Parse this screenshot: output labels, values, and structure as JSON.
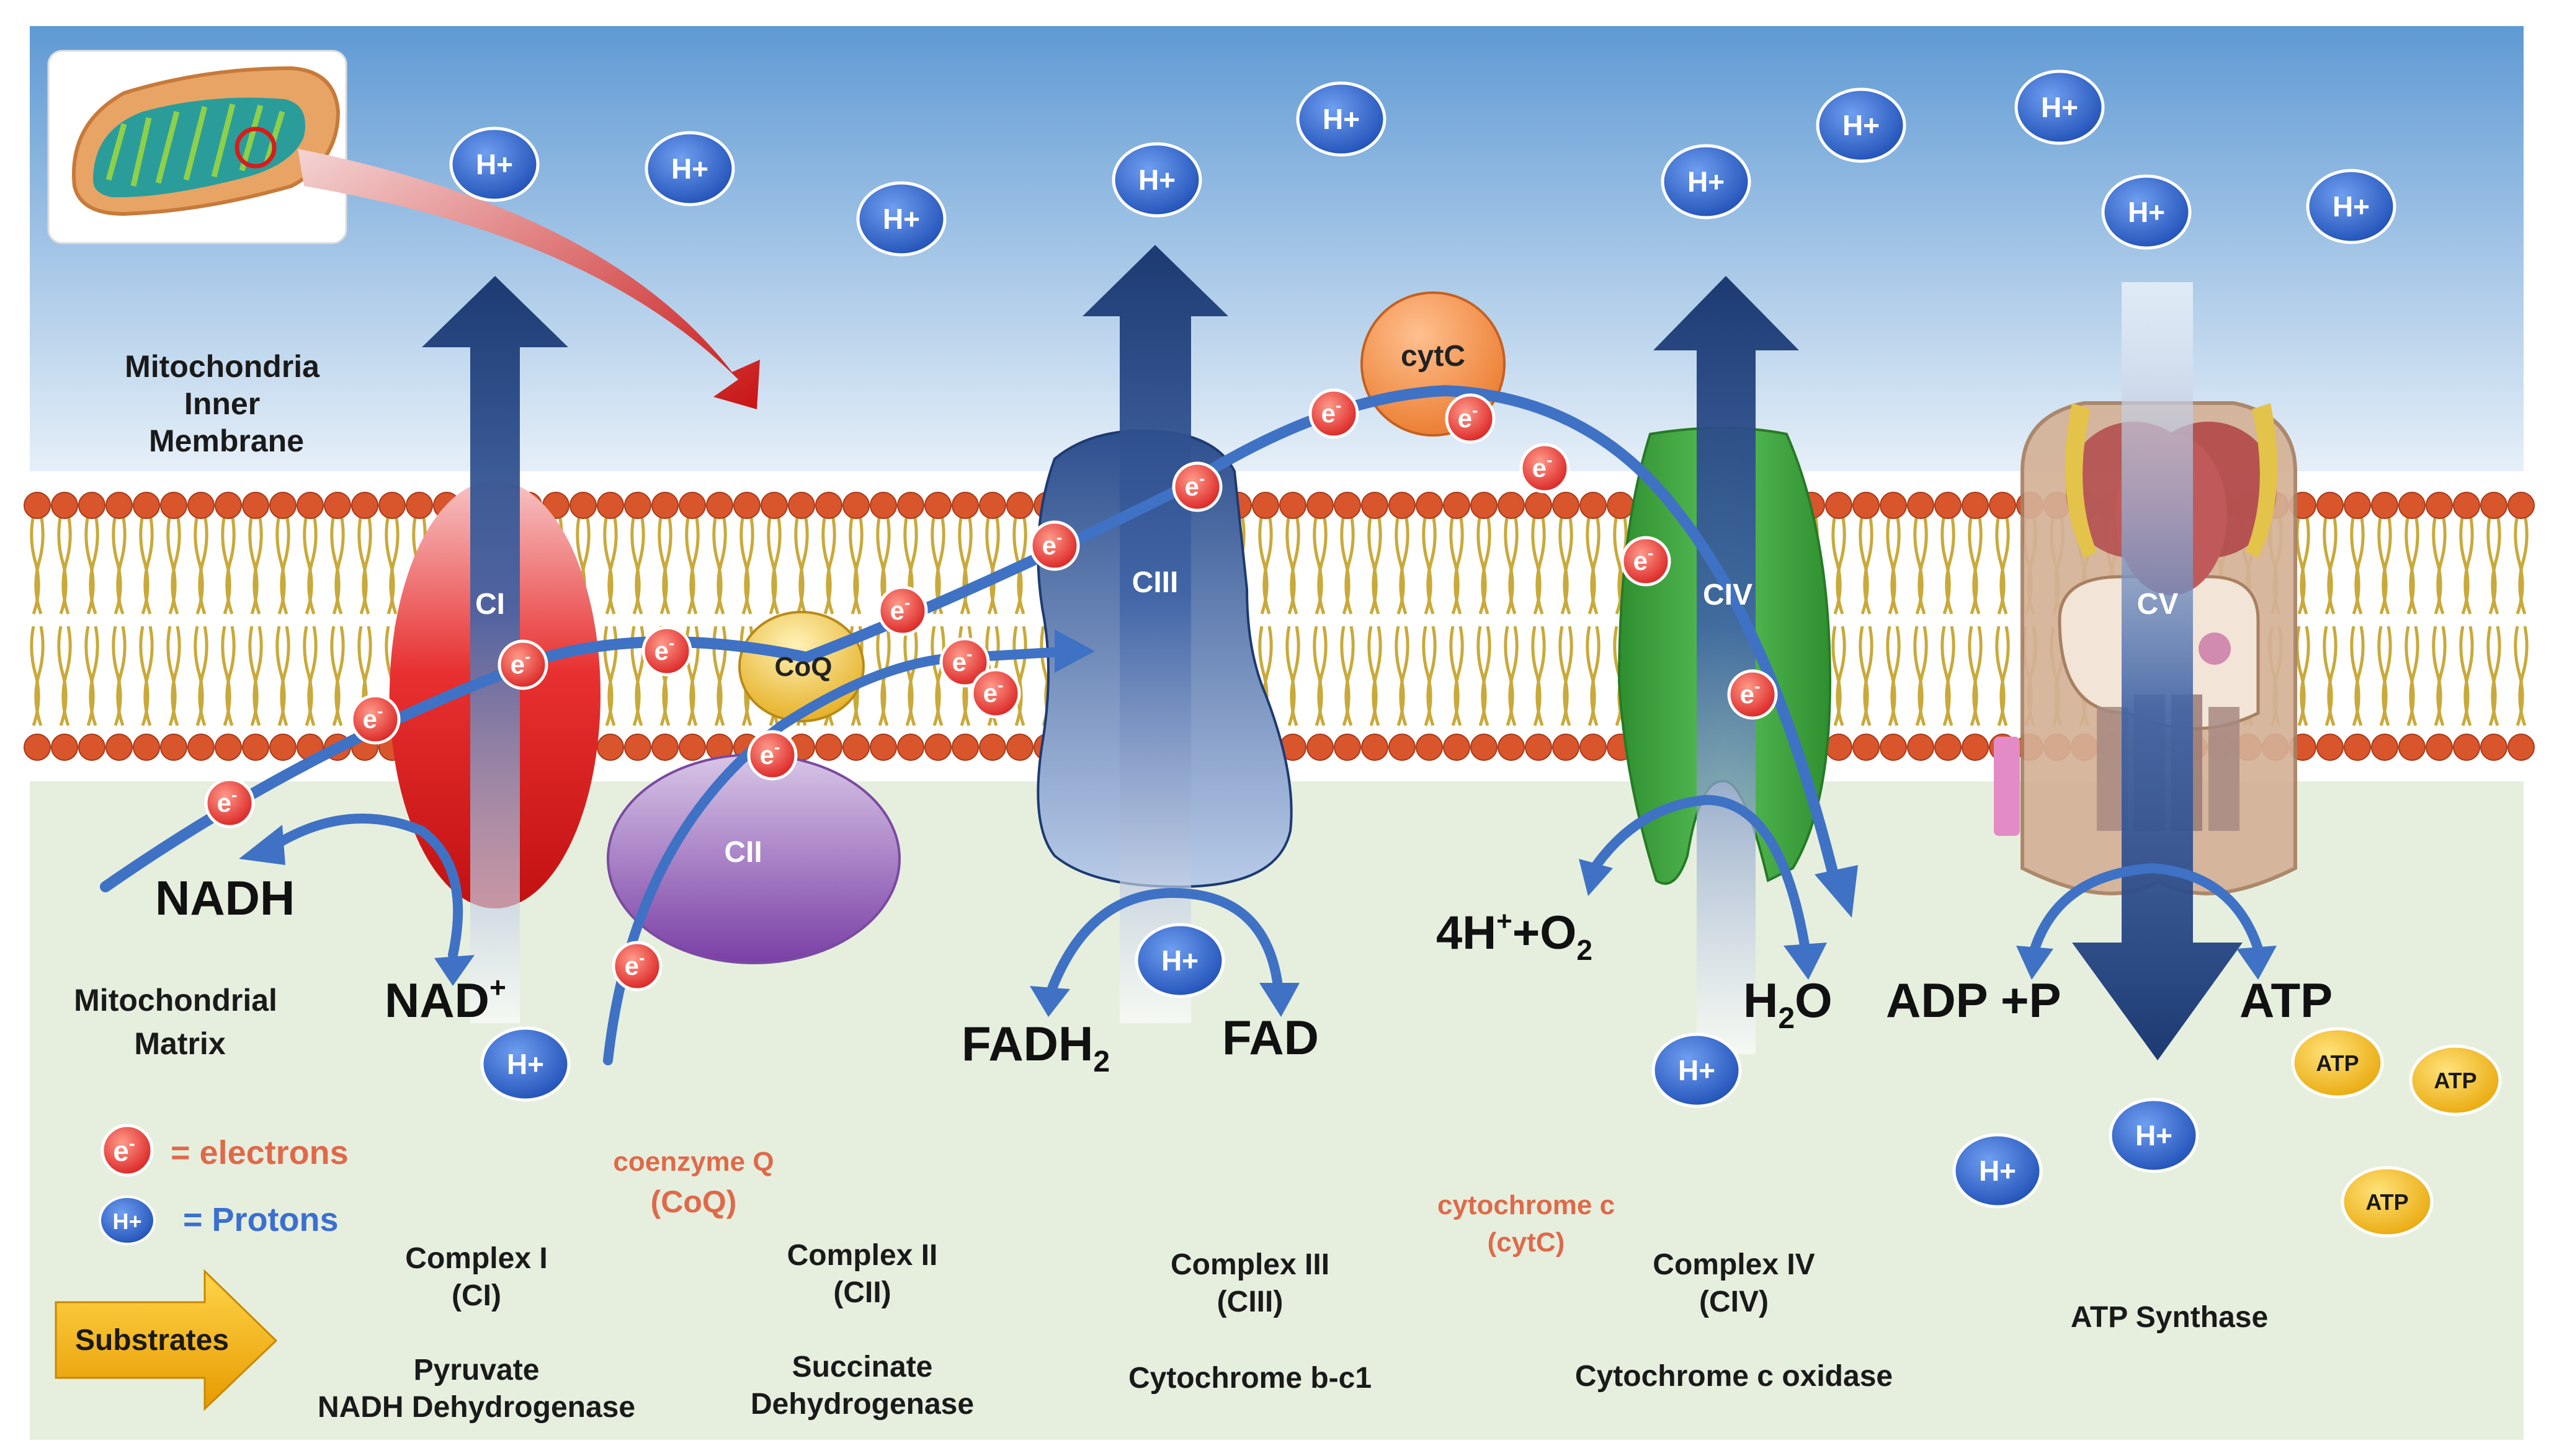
{
  "labels": {
    "membrane": [
      "Mitochondria",
      "Inner",
      "Membrane"
    ],
    "matrix": [
      "Mitochondrial",
      "Matrix"
    ],
    "nadh": "NADH",
    "nad": "NAD",
    "nad_sup": "+",
    "fadh2_base": "FADH",
    "fadh2_sub": "2",
    "fad": "FAD",
    "o2_a": "4H",
    "o2_sup": "+",
    "o2_b": "+O",
    "o2_sub": "2",
    "h2o_a": "H",
    "h2o_sub": "2",
    "h2o_b": "O",
    "adp": "ADP +P",
    "atp": "ATP"
  },
  "complexes": {
    "ci": "CI",
    "cii": "CII",
    "ciii": "CIII",
    "civ": "CIV",
    "cv": "CV",
    "coq": "CoQ",
    "cytc": "cytC"
  },
  "particles": {
    "electron": "e",
    "electron_sup": "-",
    "proton": "H+",
    "atp": "ATP"
  },
  "legend": {
    "electrons": "= electrons",
    "protons": "= Protons",
    "substrates": "Substrates"
  },
  "captions": {
    "complex1": [
      "Complex I",
      "(CI)"
    ],
    "complex1_name": [
      "Pyruvate",
      "NADH Dehydrogenase"
    ],
    "coq": [
      "coenzyme Q",
      "(CoQ)"
    ],
    "complex2": [
      "Complex II",
      "(CII)"
    ],
    "complex2_name": [
      "Succinate",
      "Dehydrogenase"
    ],
    "complex3": [
      "Complex III",
      "(CIII)"
    ],
    "complex3_name": [
      "Cytochrome b-c1"
    ],
    "cytc": [
      "cytochrome c",
      "(cytC)"
    ],
    "complex4": [
      "Complex IV",
      "(CIV)"
    ],
    "complex4_name": [
      "Cytochrome c oxidase"
    ],
    "complex5": [
      "ATP Synthase"
    ]
  },
  "colors": {
    "sky_top": "#5c9bd6",
    "sky_bottom": "#e8f0f8",
    "matrix": "#e6efde",
    "lipid_head": "#d9552c",
    "lipid_tail": "#c9a93a",
    "electron_path": "#3f72c4",
    "proton_arrow": "#1f3f7a",
    "ci": "#e52a2a",
    "cii": "#8a5bb0",
    "ciii": "#4b6fae",
    "civ": "#3aa23a",
    "cv_base": "#caa68a",
    "coq": "#f0c33c",
    "cytc": "#f39a52",
    "electron": "#e23b3b",
    "proton": "#2e62c4",
    "atp": "#f2b81c",
    "caption_orange": "#e0694a",
    "legend_blue": "#3b6fd0"
  }
}
